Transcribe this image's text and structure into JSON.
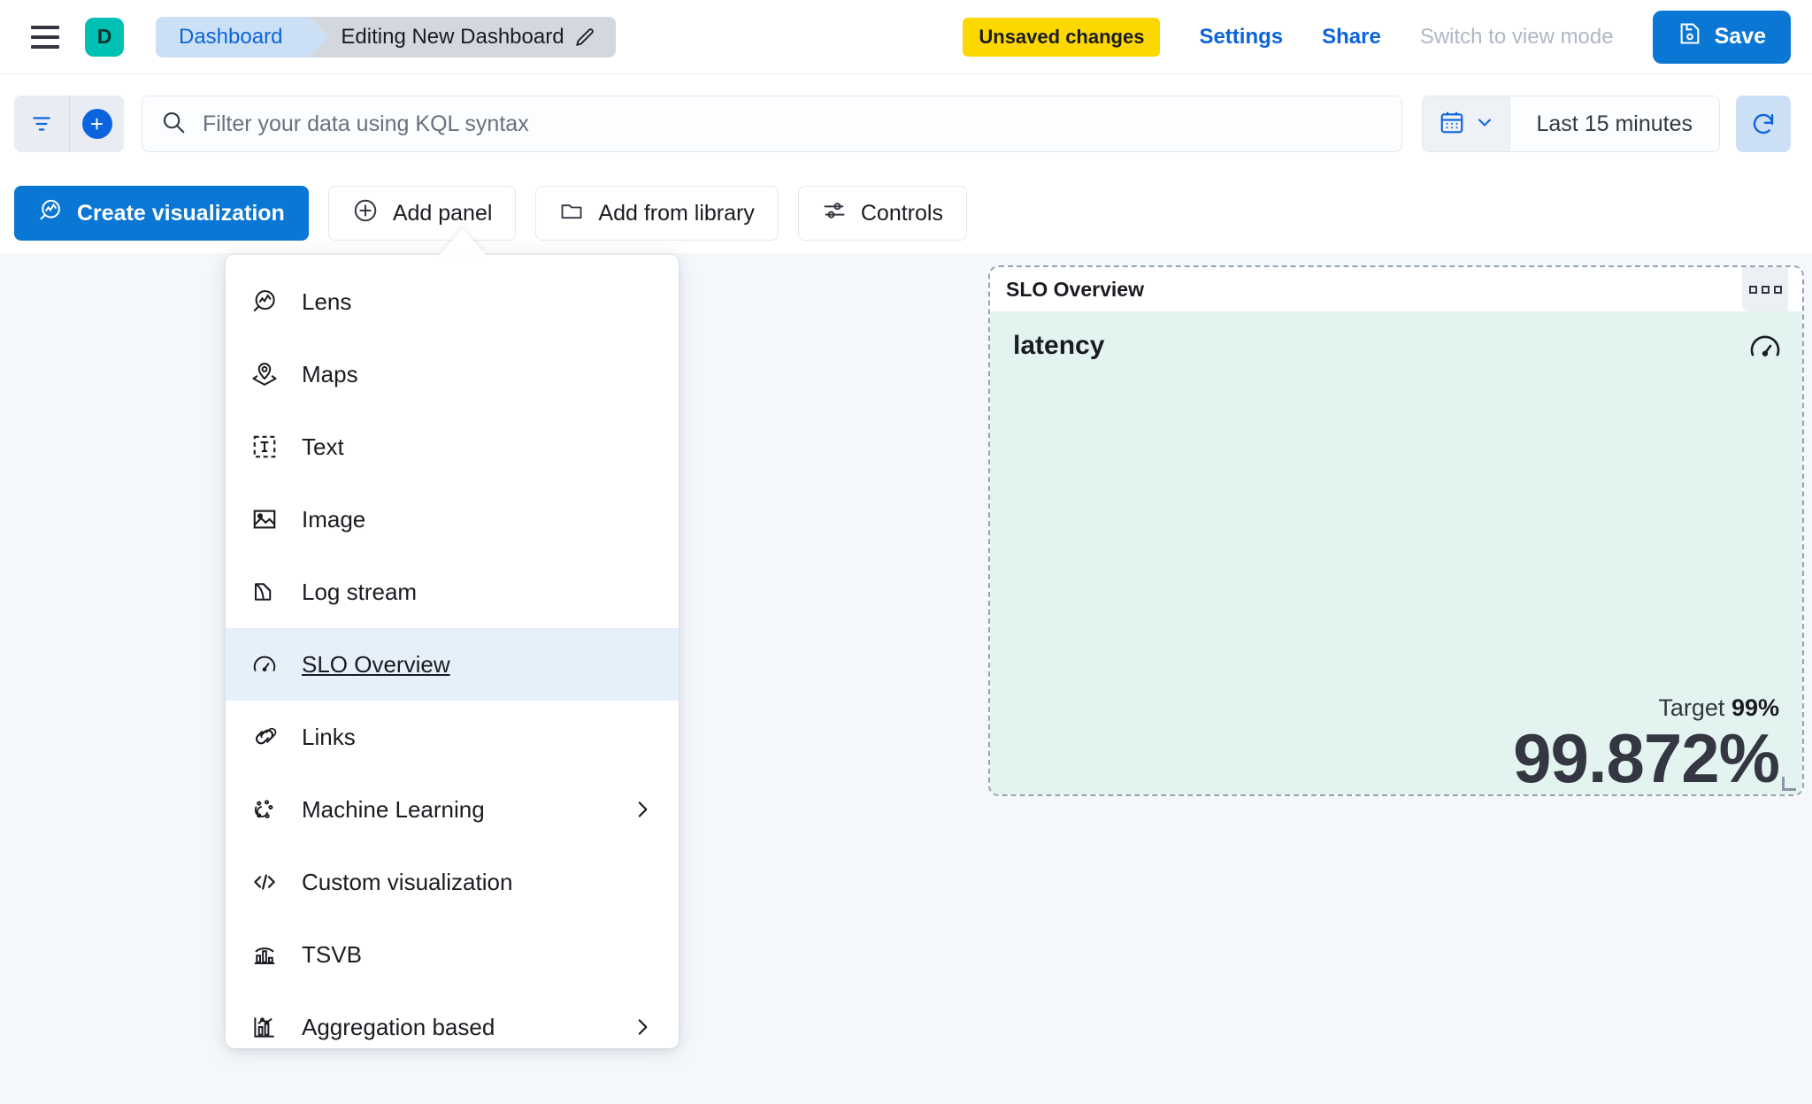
{
  "header": {
    "menu_icon": "hamburger-icon",
    "avatar_label": "D",
    "avatar_color": "#00BFB3",
    "breadcrumbs": [
      {
        "label": "Dashboard",
        "active": false
      },
      {
        "label": "Editing New Dashboard",
        "active": true
      }
    ],
    "edit_icon": "pencil-icon",
    "unsaved_badge": "Unsaved changes",
    "unsaved_badge_color": "#FDD700",
    "settings_link": "Settings",
    "share_link": "Share",
    "view_mode_link": "Switch to view mode",
    "save_label": "Save",
    "save_icon": "save-disk-icon",
    "accent_color": "#0B77D4"
  },
  "querybar": {
    "filter_icon": "filter-icon",
    "add_filter_icon": "plus-circle-icon",
    "search_icon": "search-icon",
    "placeholder": "Filter your data using KQL syntax",
    "value": "",
    "calendar_icon": "calendar-icon",
    "chevron_icon": "chevron-down-icon",
    "time_range": "Last 15 minutes",
    "refresh_icon": "refresh-icon"
  },
  "toolbar": {
    "buttons": [
      {
        "label": "Create visualization",
        "icon": "lens-icon",
        "primary": true
      },
      {
        "label": "Add panel",
        "icon": "plus-circle-outline-icon",
        "primary": false
      },
      {
        "label": "Add from library",
        "icon": "folder-icon",
        "primary": false
      },
      {
        "label": "Controls",
        "icon": "controls-sliders-icon",
        "primary": false
      }
    ]
  },
  "add_panel_menu": {
    "open": true,
    "items": [
      {
        "label": "Lens",
        "icon": "lens-icon",
        "submenu": false,
        "selected": false
      },
      {
        "label": "Maps",
        "icon": "map-marker-layers-icon",
        "submenu": false,
        "selected": false
      },
      {
        "label": "Text",
        "icon": "text-box-icon",
        "submenu": false,
        "selected": false
      },
      {
        "label": "Image",
        "icon": "image-icon",
        "submenu": false,
        "selected": false
      },
      {
        "label": "Log stream",
        "icon": "log-stream-icon",
        "submenu": false,
        "selected": false
      },
      {
        "label": "SLO Overview",
        "icon": "gauge-icon",
        "submenu": false,
        "selected": true
      },
      {
        "label": "Links",
        "icon": "link-chain-icon",
        "submenu": false,
        "selected": false
      },
      {
        "label": "Machine Learning",
        "icon": "machine-learning-icon",
        "submenu": true,
        "selected": false
      },
      {
        "label": "Custom visualization",
        "icon": "code-brackets-icon",
        "submenu": false,
        "selected": false
      },
      {
        "label": "TSVB",
        "icon": "tsvb-bars-icon",
        "submenu": false,
        "selected": false
      },
      {
        "label": "Aggregation based",
        "icon": "aggregation-chart-icon",
        "submenu": true,
        "selected": false
      }
    ]
  },
  "slo_panel": {
    "title": "SLO Overview",
    "context_menu_icon": "panel-options-icon",
    "gauge_icon": "gauge-icon",
    "slo_name": "latency",
    "target_label": "Target",
    "target_value": "99%",
    "sli_value": "99.872%",
    "background_color": "#E3F4F0",
    "resize_handle_icon": "resize-handle-icon"
  }
}
